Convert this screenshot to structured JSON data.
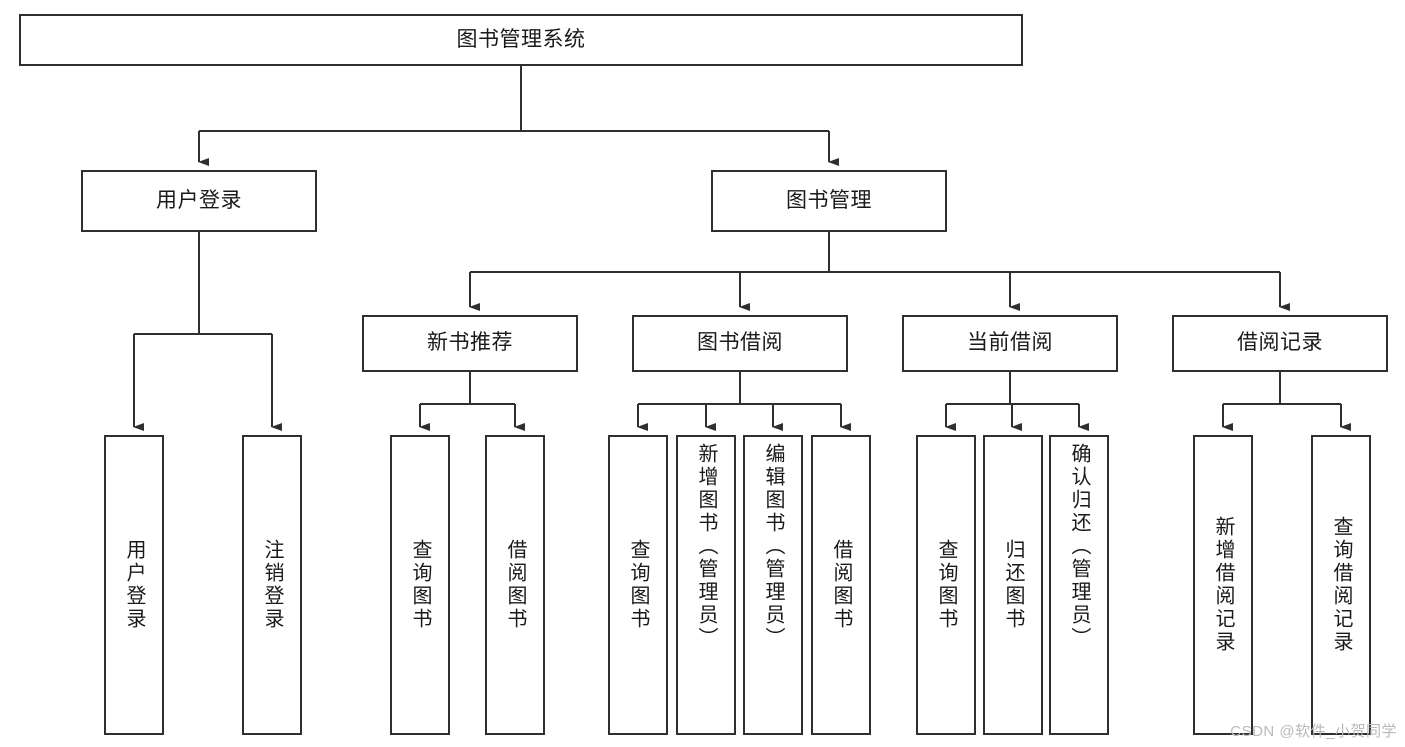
{
  "diagram": {
    "type": "tree-hierarchy",
    "title": "图书管理系统",
    "watermark": "CSDN @软件_小贺同学",
    "colors": {
      "stroke": "#2f2f2f",
      "background": "#ffffff",
      "text": "#1a1a1a",
      "watermark": "#b9b9b9"
    },
    "nodes": {
      "root": {
        "label": "图书管理系统"
      },
      "level2": [
        {
          "id": "user-login",
          "label": "用户登录"
        },
        {
          "id": "book-manage",
          "label": "图书管理"
        }
      ],
      "level3": [
        {
          "id": "new-book-recommend",
          "label": "新书推荐"
        },
        {
          "id": "book-borrow",
          "label": "图书借阅"
        },
        {
          "id": "current-borrow",
          "label": "当前借阅"
        },
        {
          "id": "borrow-record",
          "label": "借阅记录"
        }
      ],
      "leaves": [
        {
          "id": "leaf-user-login",
          "label": "用户登录",
          "parent": "user-login"
        },
        {
          "id": "leaf-logout-login",
          "label": "注销登录",
          "parent": "user-login"
        },
        {
          "id": "leaf-query-book-1",
          "label": "查询图书",
          "parent": "new-book-recommend"
        },
        {
          "id": "leaf-borrow-book-1",
          "label": "借阅图书",
          "parent": "new-book-recommend"
        },
        {
          "id": "leaf-query-book-2",
          "label": "查询图书",
          "parent": "book-borrow"
        },
        {
          "id": "leaf-add-book",
          "label": "新增图书（管理员）",
          "parent": "book-borrow"
        },
        {
          "id": "leaf-edit-book",
          "label": "编辑图书（管理员）",
          "parent": "book-borrow"
        },
        {
          "id": "leaf-borrow-book-2",
          "label": "借阅图书",
          "parent": "book-borrow"
        },
        {
          "id": "leaf-query-book-3",
          "label": "查询图书",
          "parent": "current-borrow"
        },
        {
          "id": "leaf-return-book",
          "label": "归还图书",
          "parent": "current-borrow"
        },
        {
          "id": "leaf-confirm-return",
          "label": "确认归还（管理员）",
          "parent": "current-borrow"
        },
        {
          "id": "leaf-add-borrow-record",
          "label": "新增借阅记录",
          "parent": "borrow-record"
        },
        {
          "id": "leaf-query-borrow-record",
          "label": "查询借阅记录",
          "parent": "borrow-record"
        }
      ]
    }
  }
}
